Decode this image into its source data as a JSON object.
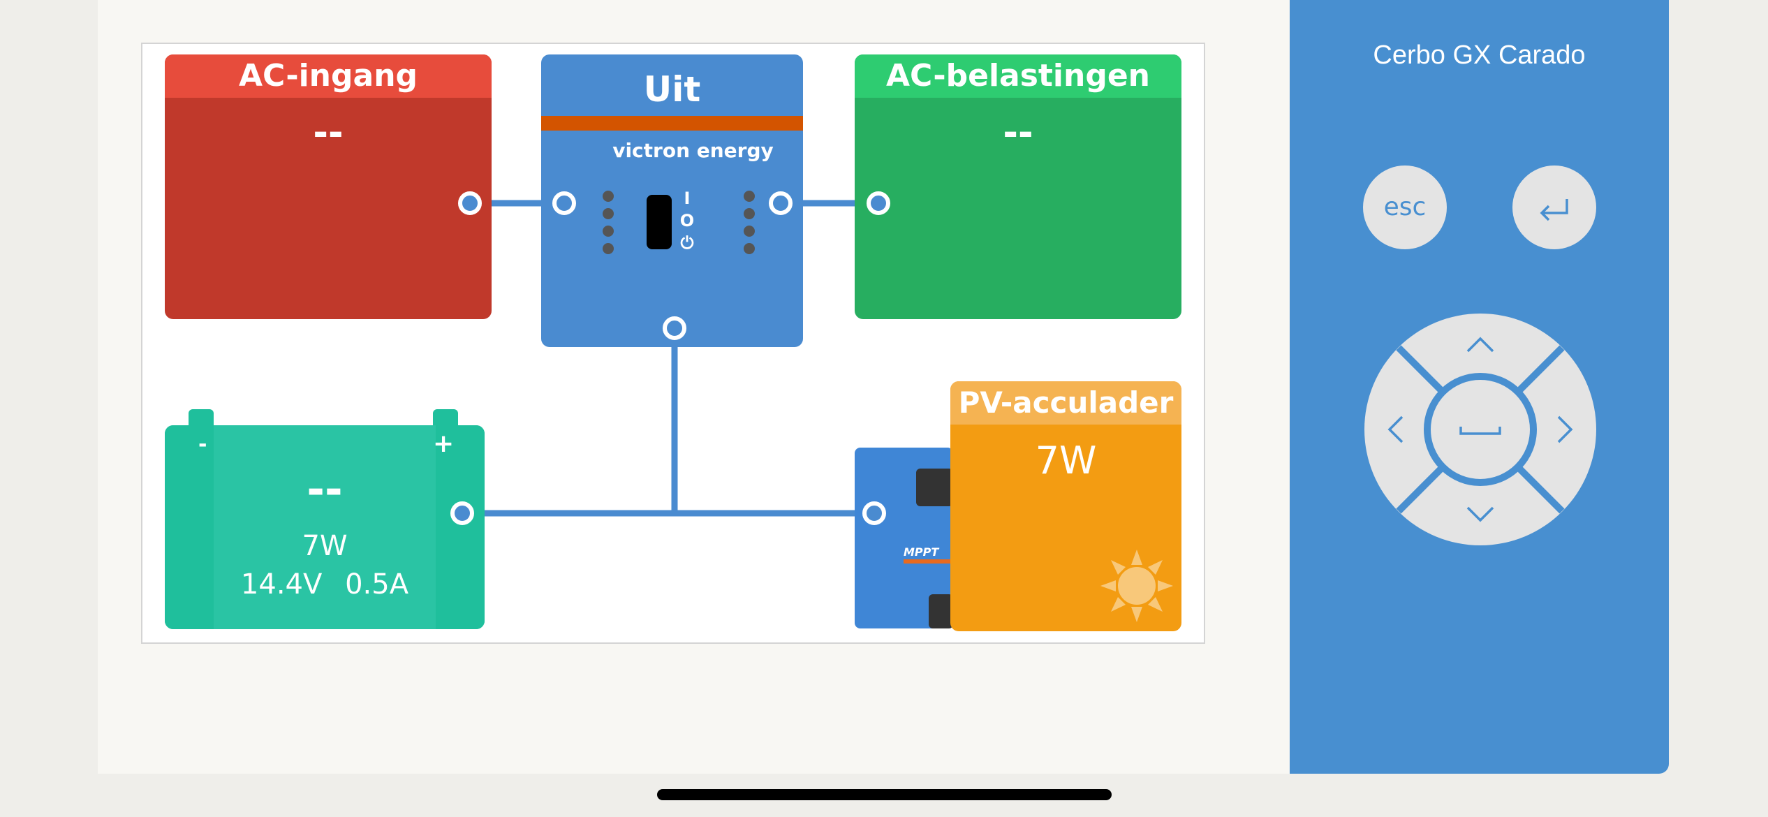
{
  "diagram": {
    "ac_input": {
      "title": "AC-ingang",
      "value": "--",
      "color": "#c0392b"
    },
    "inverter": {
      "title": "Uit",
      "brand": "victron energy",
      "switch_labels": [
        "I",
        "O",
        "⏻"
      ],
      "color": "#4a8bd0"
    },
    "ac_loads": {
      "title": "AC-belastingen",
      "value": "--",
      "color": "#27ae60"
    },
    "battery": {
      "soc": "--",
      "power": "7W",
      "voltage": "14.4V",
      "current": "0.5A",
      "minus": "-",
      "plus": "+",
      "color": "#1fbf9c"
    },
    "pv_charger": {
      "title": "PV-acculader",
      "value": "7W",
      "device_label": "MPPT",
      "icon": "sun-icon",
      "color": "#f39c12"
    }
  },
  "controls": {
    "device_name": "Cerbo GX Carado",
    "esc_label": "esc",
    "enter_icon": "enter-icon",
    "dpad": {
      "up": "^",
      "down": "v",
      "left": "<",
      "right": ">",
      "center": "space-icon"
    },
    "color": "#488fd0"
  }
}
